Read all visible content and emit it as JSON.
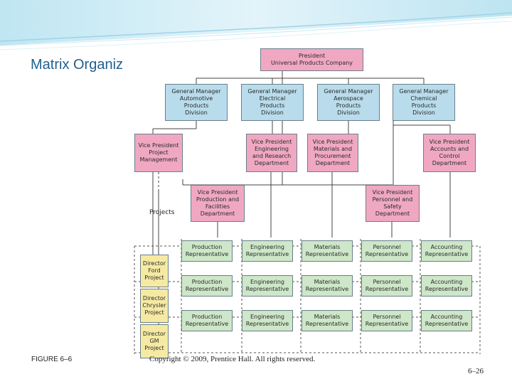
{
  "slide": {
    "title": "Matrix Organiz",
    "figure_label": "FIGURE 6–6",
    "copyright": "Copyright © 2009, Prentice Hall. All rights reserved.",
    "page_number": "6–26"
  },
  "chart": {
    "president": "President\nUniversal Products Company",
    "general_managers": [
      "General Manager\nAutomotive\nProducts\nDivision",
      "General Manager\nElectrical\nProducts\nDivision",
      "General Manager\nAerospace\nProducts\nDivision",
      "General Manager\nChemical\nProducts\nDivision"
    ],
    "vp_project": "Vice President\nProject\nManagement",
    "vp_engineering": "Vice President\nEngineering\nand Research\nDepartment",
    "vp_materials": "Vice President\nMaterials and\nProcurement\nDepartment",
    "vp_accounts": "Vice President\nAccounts and\nControl\nDepartment",
    "vp_production": "Vice President\nProduction and\nFacilities\nDepartment",
    "vp_personnel": "Vice President\nPersonnel and\nSafety\nDepartment",
    "projects_label": "Projects",
    "directors": [
      "Director\nFord\nProject",
      "Director\nChrysler\nProject",
      "Director\nGM\nProject"
    ],
    "representatives": [
      "Production\nRepresentative",
      "Engineering\nRepresentative",
      "Materials\nRepresentative",
      "Personnel\nRepresentative",
      "Accounting\nRepresentative"
    ]
  },
  "colors": {
    "title": "#1f5f8f",
    "pink": "#f0a8c2",
    "blue": "#b9dcec",
    "green": "#cde7c8",
    "yellow": "#f6eaa3"
  }
}
